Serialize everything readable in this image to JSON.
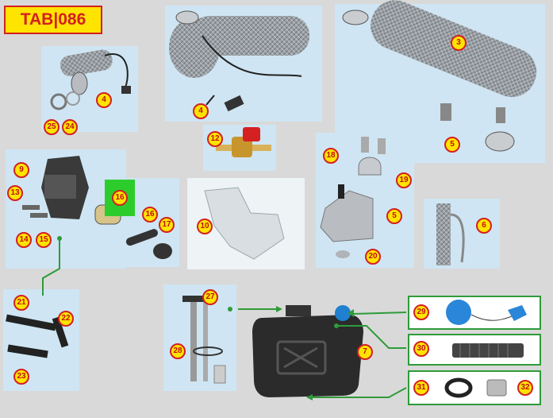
{
  "title": "TAB|086",
  "callouts": {
    "c3": "3",
    "c4a": "4",
    "c4b": "4",
    "c5a": "5",
    "c5b": "5",
    "c6": "6",
    "c7": "7",
    "c9": "9",
    "c10": "10",
    "c12": "12",
    "c13": "13",
    "c14": "14",
    "c15": "15",
    "c16a": "16",
    "c16b": "16",
    "c17": "17",
    "c18": "18",
    "c19": "19",
    "c20": "20",
    "c21": "21",
    "c22": "22",
    "c23": "23",
    "c24": "24",
    "c25": "25",
    "c27": "27",
    "c28": "28",
    "c29": "29",
    "c30": "30",
    "c31": "31",
    "c32": "32"
  },
  "colors": {
    "callout_fill": "#ffe400",
    "callout_border": "#d42020",
    "connector": "#2f9b3a",
    "panel": "#cfe5f3"
  }
}
